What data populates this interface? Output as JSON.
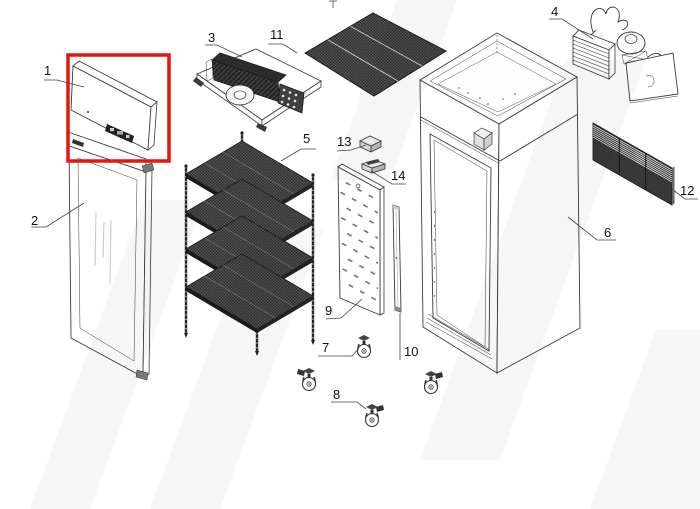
{
  "diagram": {
    "type": "exploded-parts-diagram",
    "subject": "single glass-door upright refrigerator",
    "highlight_color": "#e8150c",
    "line_color": "#3a3a3a",
    "watermark_color": "rgba(0,0,0,0.035)",
    "labels": [
      {
        "text": "1",
        "part": "door-top-panel",
        "highlighted": true
      },
      {
        "text": "2",
        "part": "glass-door"
      },
      {
        "text": "3",
        "part": "condensing-unit-tray"
      },
      {
        "text": "4",
        "part": "evaporator-fan-unit"
      },
      {
        "text": "5",
        "part": "wire-shelving-rack"
      },
      {
        "text": "6",
        "part": "cabinet-body"
      },
      {
        "text": "7",
        "part": "caster-wheel"
      },
      {
        "text": "8",
        "part": "caster-wheel-brake"
      },
      {
        "text": "9",
        "part": "perforated-rear-panel"
      },
      {
        "text": "10",
        "part": "trim-strip"
      },
      {
        "text": "11",
        "part": "mesh-top-panel"
      },
      {
        "text": "12",
        "part": "louvered-grille"
      },
      {
        "text": "13",
        "part": "bracket-block"
      },
      {
        "text": "14",
        "part": "bracket-latch"
      }
    ]
  }
}
